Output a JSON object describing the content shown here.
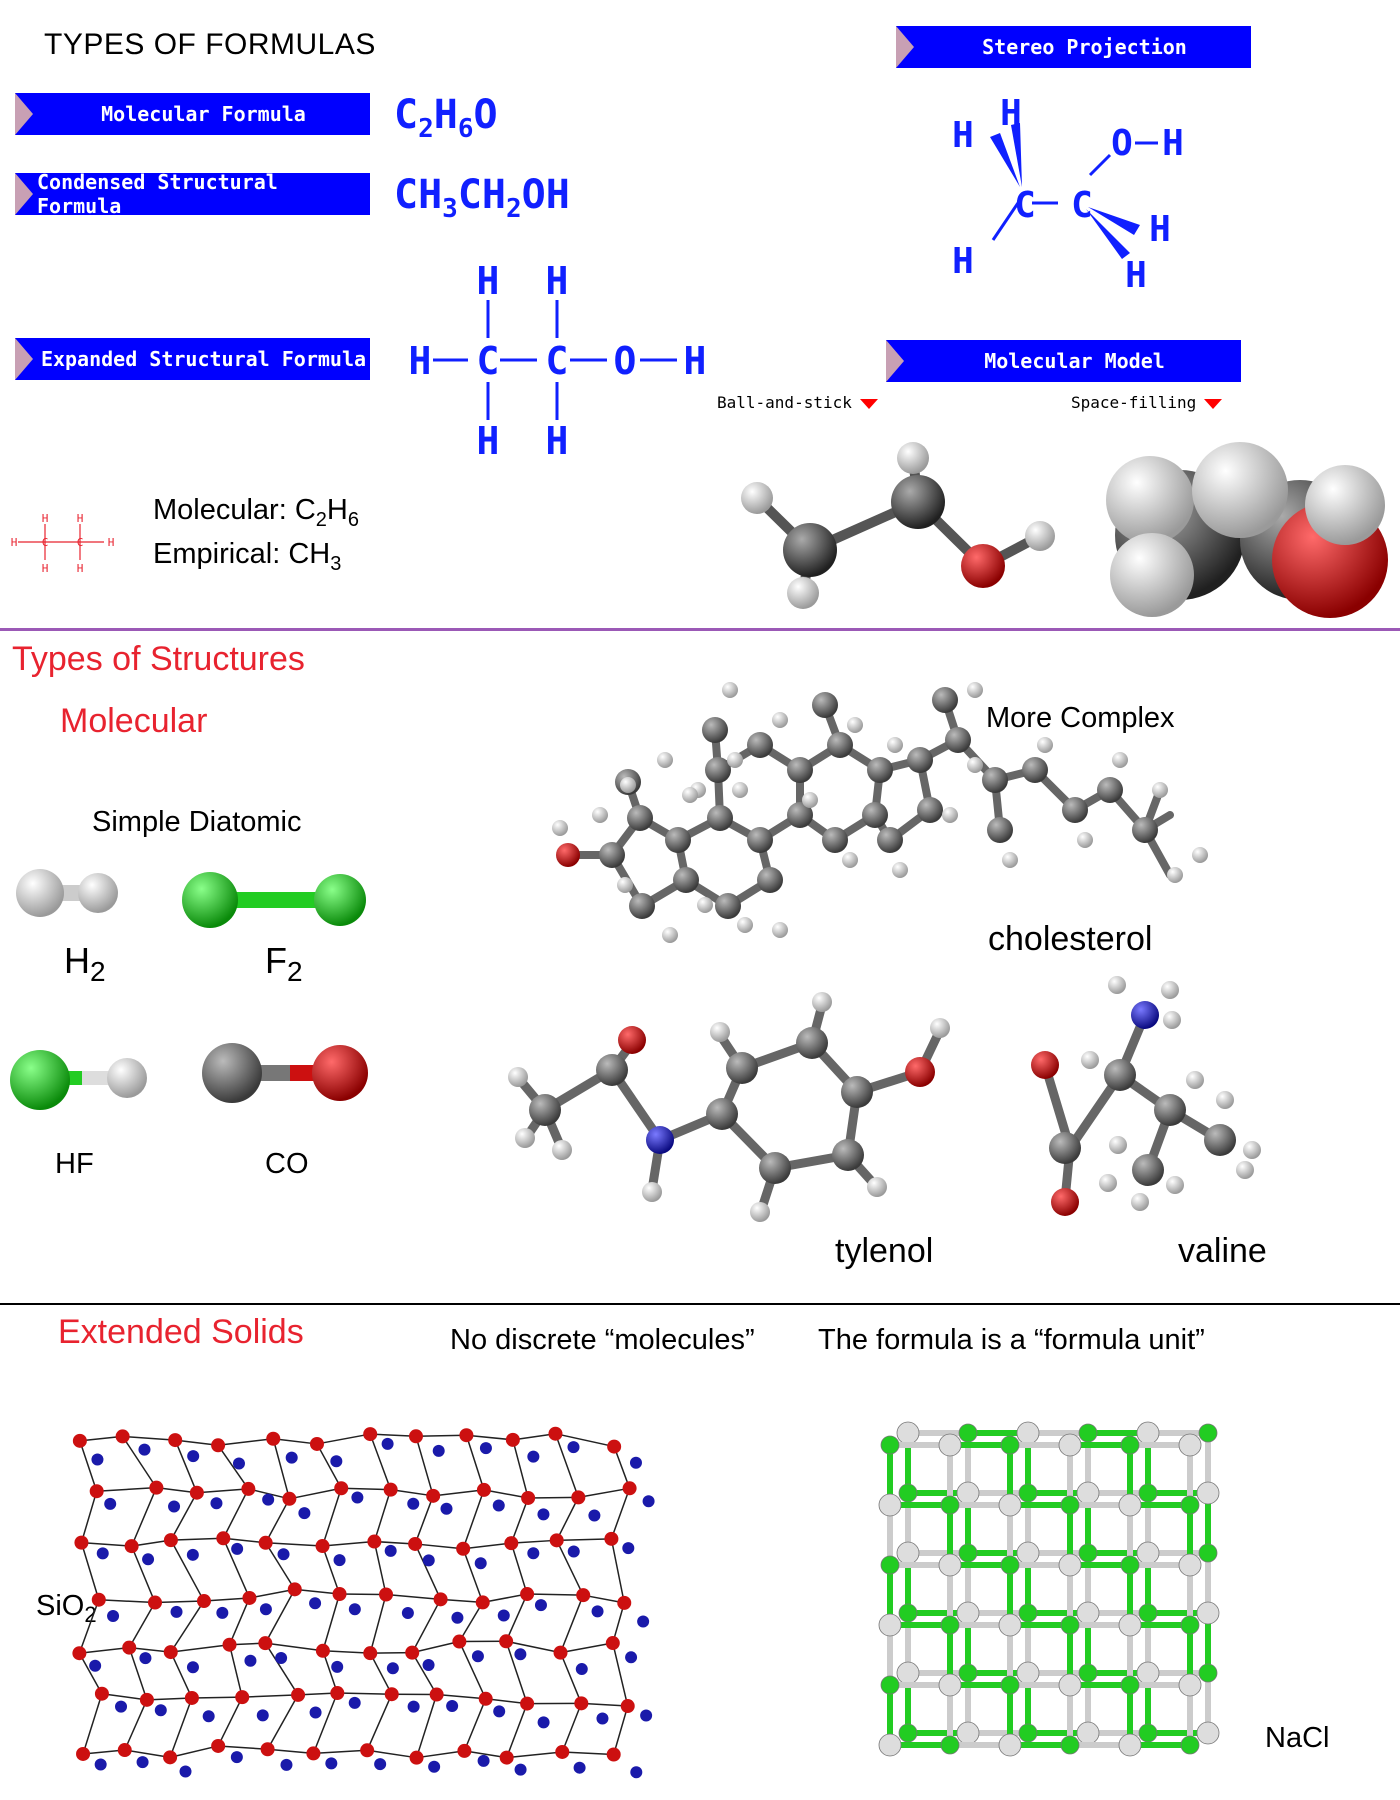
{
  "formulas": {
    "heading": "TYPES OF FORMULAS",
    "molecular_banner": "Molecular Formula",
    "molecular_formula": "C2H6O",
    "condensed_banner": "Condensed Structural Formula",
    "condensed_formula": "CH3CH2OH",
    "expanded_banner": "Expanded Structural Formula",
    "stereo_banner": "Stereo Projection",
    "model_banner": "Molecular Model",
    "ball_stick_label": "Ball-and-stick",
    "space_fill_label": "Space-filling",
    "ethane_molecular": "Molecular: C2H6",
    "ethane_empirical": "Empirical: CH3",
    "atom_labels": {
      "h": "H",
      "c": "C",
      "o": "O"
    }
  },
  "structures": {
    "heading": "Types of Structures",
    "molecular_heading": "Molecular",
    "simple_diatomic": "Simple Diatomic",
    "more_complex": "More Complex",
    "h2": "H2",
    "f2": "F2",
    "hf": "HF",
    "co": "CO",
    "cholesterol": "cholesterol",
    "tylenol": "tylenol",
    "valine": "valine"
  },
  "solids": {
    "heading": "Extended Solids",
    "no_molecules": "No discrete “molecules”",
    "formula_unit": "The formula is a “formula unit”",
    "sio2": "SiO2",
    "nacl": "NaCl"
  },
  "colors": {
    "banner": "#0000ff",
    "formula_blue": "#1020ff",
    "heading_red": "#e8232f",
    "divider_purple": "#9b59b6",
    "carbon": "#555555",
    "hydrogen": "#e6e6e6",
    "oxygen": "#d0101c",
    "nitrogen": "#1b2bd0",
    "fluorine": "#22cc22",
    "silicon_red": "#cc1010",
    "oxygen_blue": "#1a1aaa",
    "sodium_green": "#22cc22",
    "chloride_white": "#dddddd"
  }
}
